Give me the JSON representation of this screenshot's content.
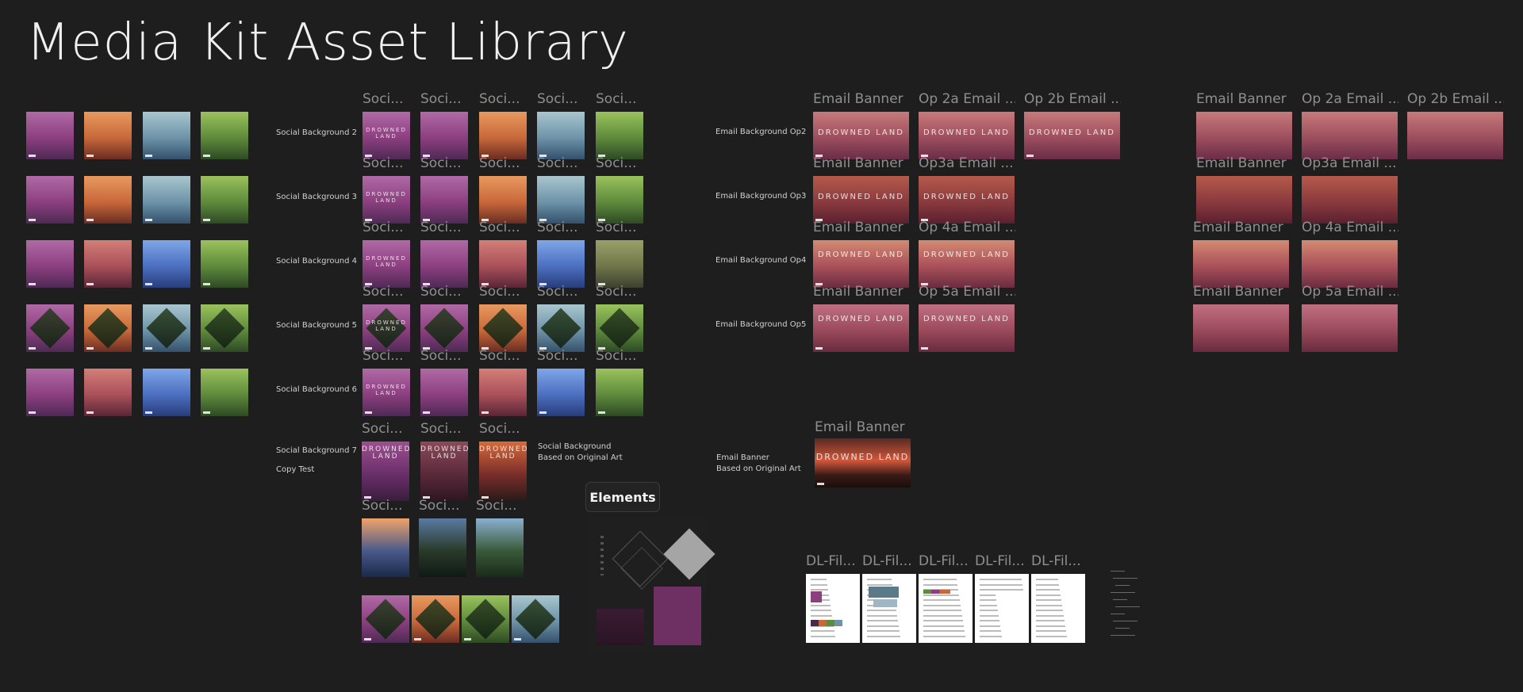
{
  "page": {
    "title": "Media Kit Asset Library"
  },
  "social_rows": [
    {
      "label": "Social Background 2",
      "frame_title": "Soci...",
      "caption": "DROWNED LAND"
    },
    {
      "label": "Social Background 3",
      "frame_title": "Soci...",
      "caption": "DROWNED LAND"
    },
    {
      "label": "Social Background 4",
      "frame_title": "Soci...",
      "caption": "DROWNED LAND"
    },
    {
      "label": "Social Background 5",
      "frame_title": "Soci...",
      "caption": "DROWNED LAND"
    },
    {
      "label": "Social Background 6",
      "frame_title": "Soci...",
      "caption": "DROWNED LAND"
    }
  ],
  "social7": {
    "label": "Social Background 7",
    "sublabel": "Copy Test",
    "frame_title": "Soci...",
    "caption": "DROWNED LAND"
  },
  "original_art": {
    "label_line1": "Social Background",
    "label_line2": "Based on Original Art",
    "frame_title": "Soci..."
  },
  "email_rows": [
    {
      "label": "Email Background Op2",
      "titles": [
        "Email Banner",
        "Op 2a Email ...",
        "Op 2b Email ..."
      ],
      "caption": "DROWNED LAND"
    },
    {
      "label": "Email Background Op3",
      "titles": [
        "Email Banner",
        "Op3a Email ..."
      ],
      "caption": "DROWNED LAND"
    },
    {
      "label": "Email Background Op4",
      "titles": [
        "Email Banner",
        "Op 4a Email ..."
      ],
      "caption": "DROWNED LAND"
    },
    {
      "label": "Email Background Op5",
      "titles": [
        "Email Banner",
        "Op 5a Email ..."
      ],
      "caption": "DROWNED LAND"
    }
  ],
  "email_original": {
    "label_line1": "Email Banner",
    "label_line2": "Based on Original Art",
    "title": "Email Banner",
    "caption": "DROWNED LAND"
  },
  "elements": {
    "label": "Elements"
  },
  "doc_frames": {
    "titles": [
      "DL-Fil...",
      "DL-Fil...",
      "DL-Fil...",
      "DL-Fil...",
      "DL-Fil..."
    ]
  },
  "icons": {
    "logo": "brand-logo-mark",
    "diamond": "diamond-shape"
  },
  "colors": {
    "background": "#1e1e1e",
    "purple": "#8c3f7f",
    "orange": "#c8683a",
    "teal": "#6d93a8",
    "green": "#5e8a3c",
    "rose": "#a9505a",
    "blue": "#4c6fc0"
  }
}
